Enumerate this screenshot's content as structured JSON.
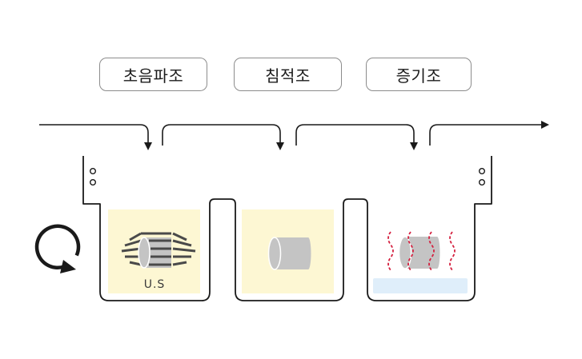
{
  "steps": [
    {
      "label": "초음파조"
    },
    {
      "label": "침적조"
    },
    {
      "label": "증기조"
    }
  ],
  "tank1": {
    "caption": "U.S"
  },
  "colors": {
    "tank_outline": "#1a1a1a",
    "liquid_fill": "#fdf7d3",
    "vapor_waves": "#d4203f",
    "cylinder": "#c4c4c4",
    "cylinder_edge": "#8a8a8a",
    "condensate_pool": "#dfeefa"
  },
  "icons": {
    "rotation": "rotation-arrow-icon",
    "ultrasonic": "ultrasonic-wave-icon"
  }
}
